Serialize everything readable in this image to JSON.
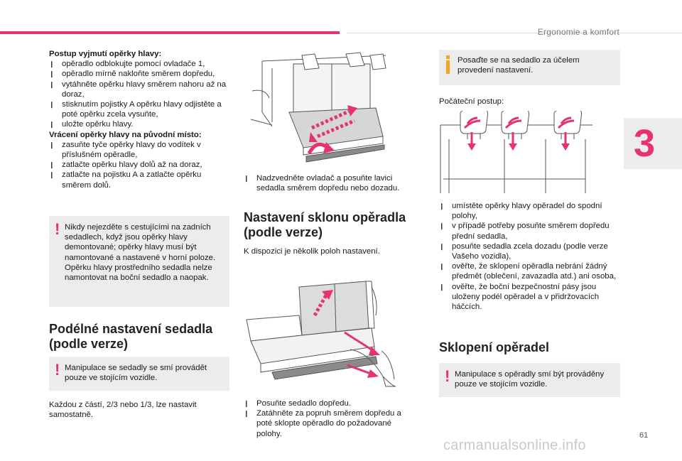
{
  "header": {
    "section": "Ergonomie a komfort",
    "chapter": "3"
  },
  "page": {
    "number": "61",
    "watermark": "carmanualsonline.info"
  },
  "col1": {
    "removal_title": "Postup vyjmutí opěrky hlavy:",
    "removal_steps": [
      "opěradlo odblokujte pomocí ovladače 1,",
      "opěradlo mírně nakloňte směrem dopředu,",
      "vytáhněte opěrku hlavy směrem nahoru až na doraz,",
      "stisknutím pojistky A opěrku hlavy odjistěte a poté opěrku zcela vysuňte,",
      "uložte opěrku hlavy."
    ],
    "return_title": "Vrácení opěrky hlavy na původní místo:",
    "return_steps": [
      "zasuňte tyče opěrky hlavy do vodítek v příslušném opěradle,",
      "zatlačte opěrku hlavy dolů až na doraz,",
      "zatlačte na pojistku A a zatlačte opěrku směrem dolů."
    ],
    "warning1": "Nikdy nejezděte s cestujícími na zadních sedadlech, když jsou opěrky hlavy demontované; opěrky hlavy musí být namontované a nastavené v horní poloze. Opěrku hlavy prostředního sedadla nelze namontovat na boční sedadlo a naopak.",
    "heading_long": "Podélné nastavení sedadla (podle verze)",
    "warning2": "Manipulace se sedadly se smí provádět pouze ve stojícím vozidle.",
    "body_parts": "Každou z částí, 2/3 nebo 1/3, lze nastavit samostatně."
  },
  "col2": {
    "lift_step": "Nadzvedněte ovladač a posuňte lavici sedadla směrem dopředu nebo dozadu.",
    "heading_tilt": "Nastavení sklonu opěradla (podle verze)",
    "body_positions": "K dispozici je několik poloh nastavení.",
    "slide_steps": [
      "Posuňte sedadlo dopředu.",
      "Zatáhněte za popruh směrem dopředu a poté sklopte opěradlo do požadované polohy."
    ]
  },
  "col3": {
    "info": "Posaďte se na sedadlo za účelem provedení nastavení.",
    "initial_label": "Počáteční postup:",
    "prep_steps": [
      "umístěte opěrky hlavy opěradel do spodní polohy,",
      "v případě potřeby posuňte směrem dopředu přední sedadla,",
      "posuňte sedadla zcela dozadu (podle verze Vašeho vozidla),",
      "ověřte, že sklopení opěradla nebrání žádný předmět (oblečení, zavazadla atd.) ani osoba,",
      "ověřte, že boční bezpečnostní pásy jsou uloženy podél opěradel a v přidržovacích háčcích."
    ],
    "heading_fold": "Sklopení opěradel",
    "warning3": "Manipulace s opěradly smí být prováděny pouze ve stojícím vozidle."
  },
  "colors": {
    "accent": "#e6336f",
    "warning_bg": "#ececec",
    "info": "#f0a820"
  }
}
